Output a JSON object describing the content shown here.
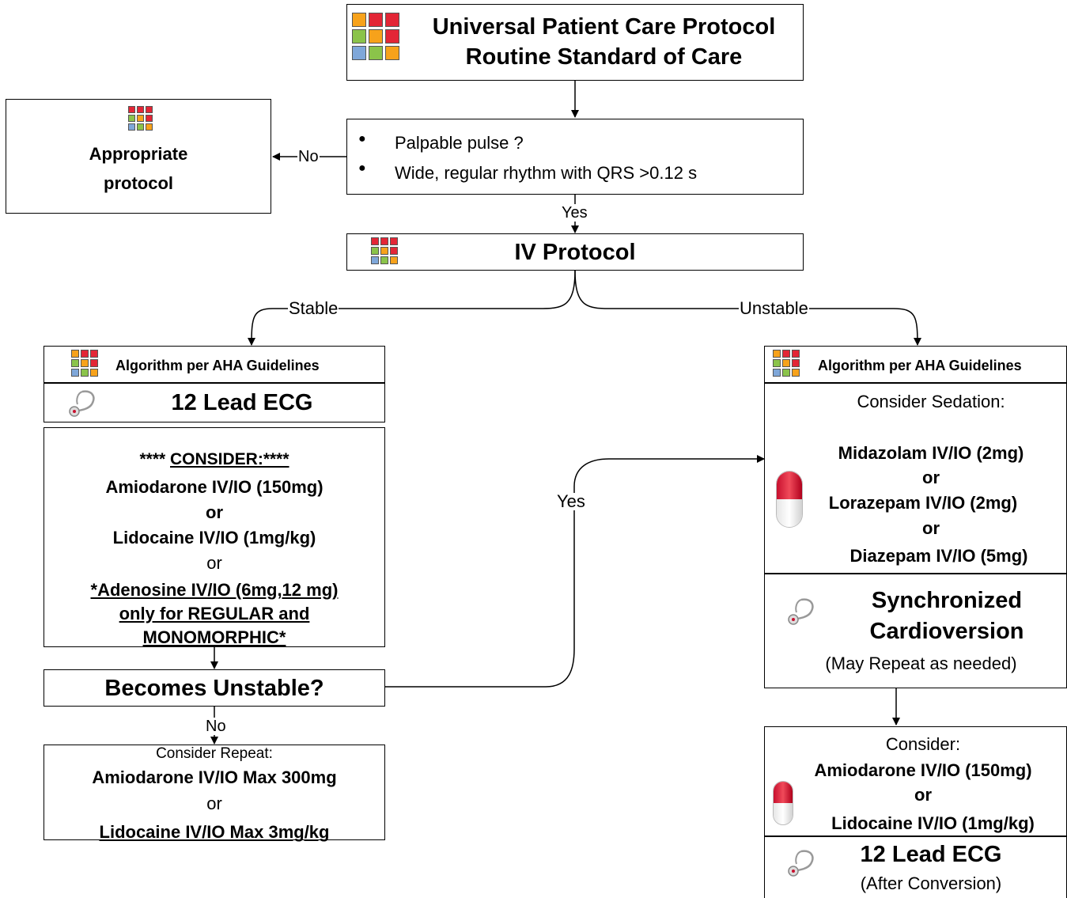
{
  "title_box": {
    "line1": "Universal Patient Care Protocol",
    "line2": "Routine Standard of Care"
  },
  "appropriate_box": {
    "line1": "Appropriate",
    "line2": "protocol"
  },
  "criteria_box": {
    "bullet1": "Palpable pulse ?",
    "bullet2": "Wide, regular rhythm with QRS >0.12 s"
  },
  "iv_box": {
    "label": "IV Protocol"
  },
  "edge_labels": {
    "no_top": "No",
    "yes_top": "Yes",
    "stable": "Stable",
    "unstable": "Unstable",
    "yes_mid": "Yes",
    "no_bottom": "No"
  },
  "left_algorithm": {
    "header": "Algorithm per AHA Guidelines",
    "ecg": "12 Lead ECG"
  },
  "consider_box": {
    "line1": "**** ",
    "line1_u": "CONSIDER:****",
    "line2": "Amiodarone IV/IO (150mg)",
    "line3": "or",
    "line4": "Lidocaine IV/IO (1mg/kg)",
    "line5": "or",
    "line6": "*Adenosine IV/IO (6mg,12 mg)",
    "line7": "only for REGULAR and",
    "line8": "MONOMORPHIC*"
  },
  "becomes_box": {
    "label": "Becomes Unstable?"
  },
  "repeat_box": {
    "line1": "Consider Repeat:",
    "line2": "Amiodarone IV/IO Max 300mg",
    "line3": "or",
    "line4": "Lidocaine IV/IO Max 3mg/kg"
  },
  "right_algorithm": {
    "header": "Algorithm per AHA Guidelines",
    "sedation_title": "Consider Sedation:",
    "drug1": "Midazolam IV/IO (2mg)",
    "or1": "or",
    "drug2": "Lorazepam IV/IO (2mg)",
    "or2": "or",
    "drug3": "Diazepam IV/IO (5mg)",
    "cardio1": "Synchronized",
    "cardio2": "Cardioversion",
    "cardio3": "(May Repeat as needed)"
  },
  "right_bottom": {
    "line1": "Consider:",
    "line2": "Amiodarone IV/IO (150mg)",
    "line3": "or",
    "line4": "Lidocaine IV/IO (1mg/kg)",
    "ecg": "12 Lead ECG",
    "ecg_sub": "(After Conversion)"
  },
  "colors": {
    "red": "#e32636",
    "orange": "#f7a21b",
    "green": "#8bc34a",
    "blue": "#7fa7d9",
    "pill_red": "#c8102e"
  },
  "icons": [
    "grid-logo-icon",
    "stethoscope-icon",
    "pill-icon"
  ]
}
